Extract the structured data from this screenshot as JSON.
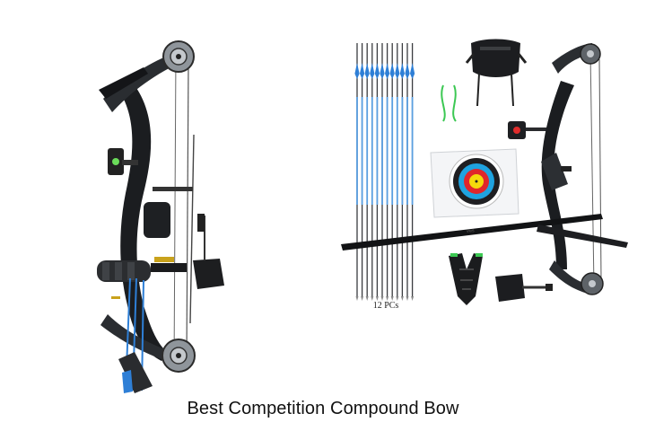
{
  "caption": "Best Competition Compound Bow",
  "kit": {
    "arrow_count_label": "12 PCs",
    "arrow_count": 12
  },
  "colors": {
    "bow_body": "#1b1d20",
    "cam_gray": "#9aa0a6",
    "fletch_blue": "#2e7fd6",
    "accent_green": "#4cd964",
    "target_blue": "#1fa3e0",
    "target_red": "#e0262b",
    "target_yellow": "#f5d90c"
  },
  "icons": [
    "compound-bow-icon",
    "arrow-icon",
    "target-face-icon",
    "arm-guard-icon",
    "release-aid-icon",
    "bow-stand-icon",
    "sight-icon",
    "string-loops-icon"
  ]
}
